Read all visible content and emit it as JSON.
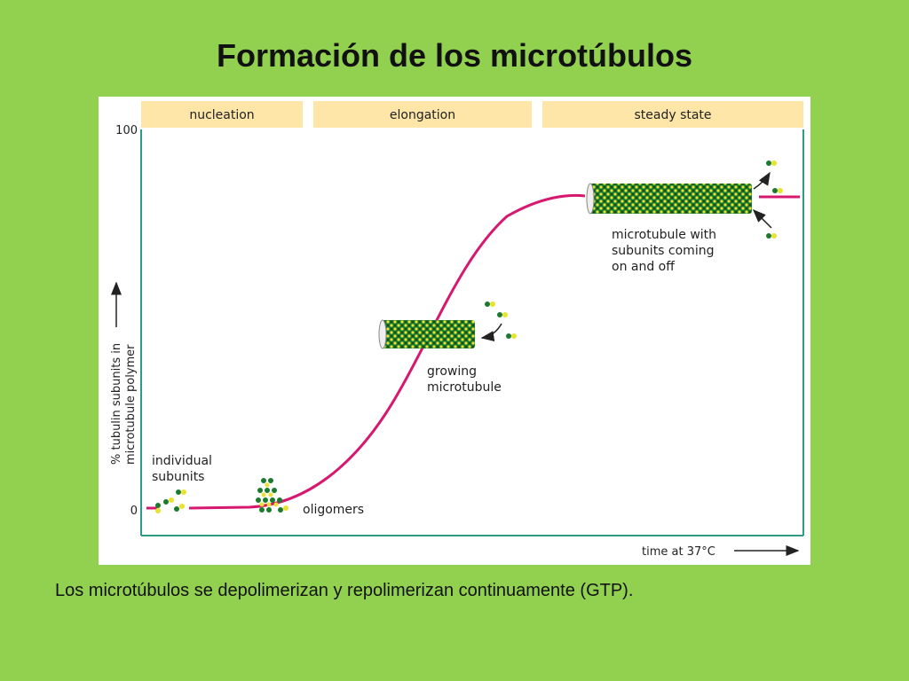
{
  "title": "Formación de los microtúbulos",
  "caption": "Los microtúbulos se depolimerizan y repolimerizan continuamente (GTP).",
  "figure": {
    "phases": [
      "nucleation",
      "elongation",
      "steady state"
    ],
    "y_axis": {
      "label_line1": "% tubulin subunits in",
      "label_line2": "microtubule polymer",
      "tick_max": "100",
      "tick_min": "0"
    },
    "x_axis": {
      "label": "time at 37°C"
    },
    "annotations": {
      "individual_subunits_1": "individual",
      "individual_subunits_2": "subunits",
      "oligomers": "oligomers",
      "growing_1": "growing",
      "growing_2": "microtubule",
      "steady_1": "microtubule with",
      "steady_2": "subunits coming",
      "steady_3": "on and off"
    }
  },
  "colors": {
    "background": "#92d050",
    "phase_band": "#fde6a8",
    "curve": "#d6186e",
    "axis": "#2e9b86",
    "subunit_green": "#1c7a2e",
    "subunit_yellow": "#e8e230"
  }
}
